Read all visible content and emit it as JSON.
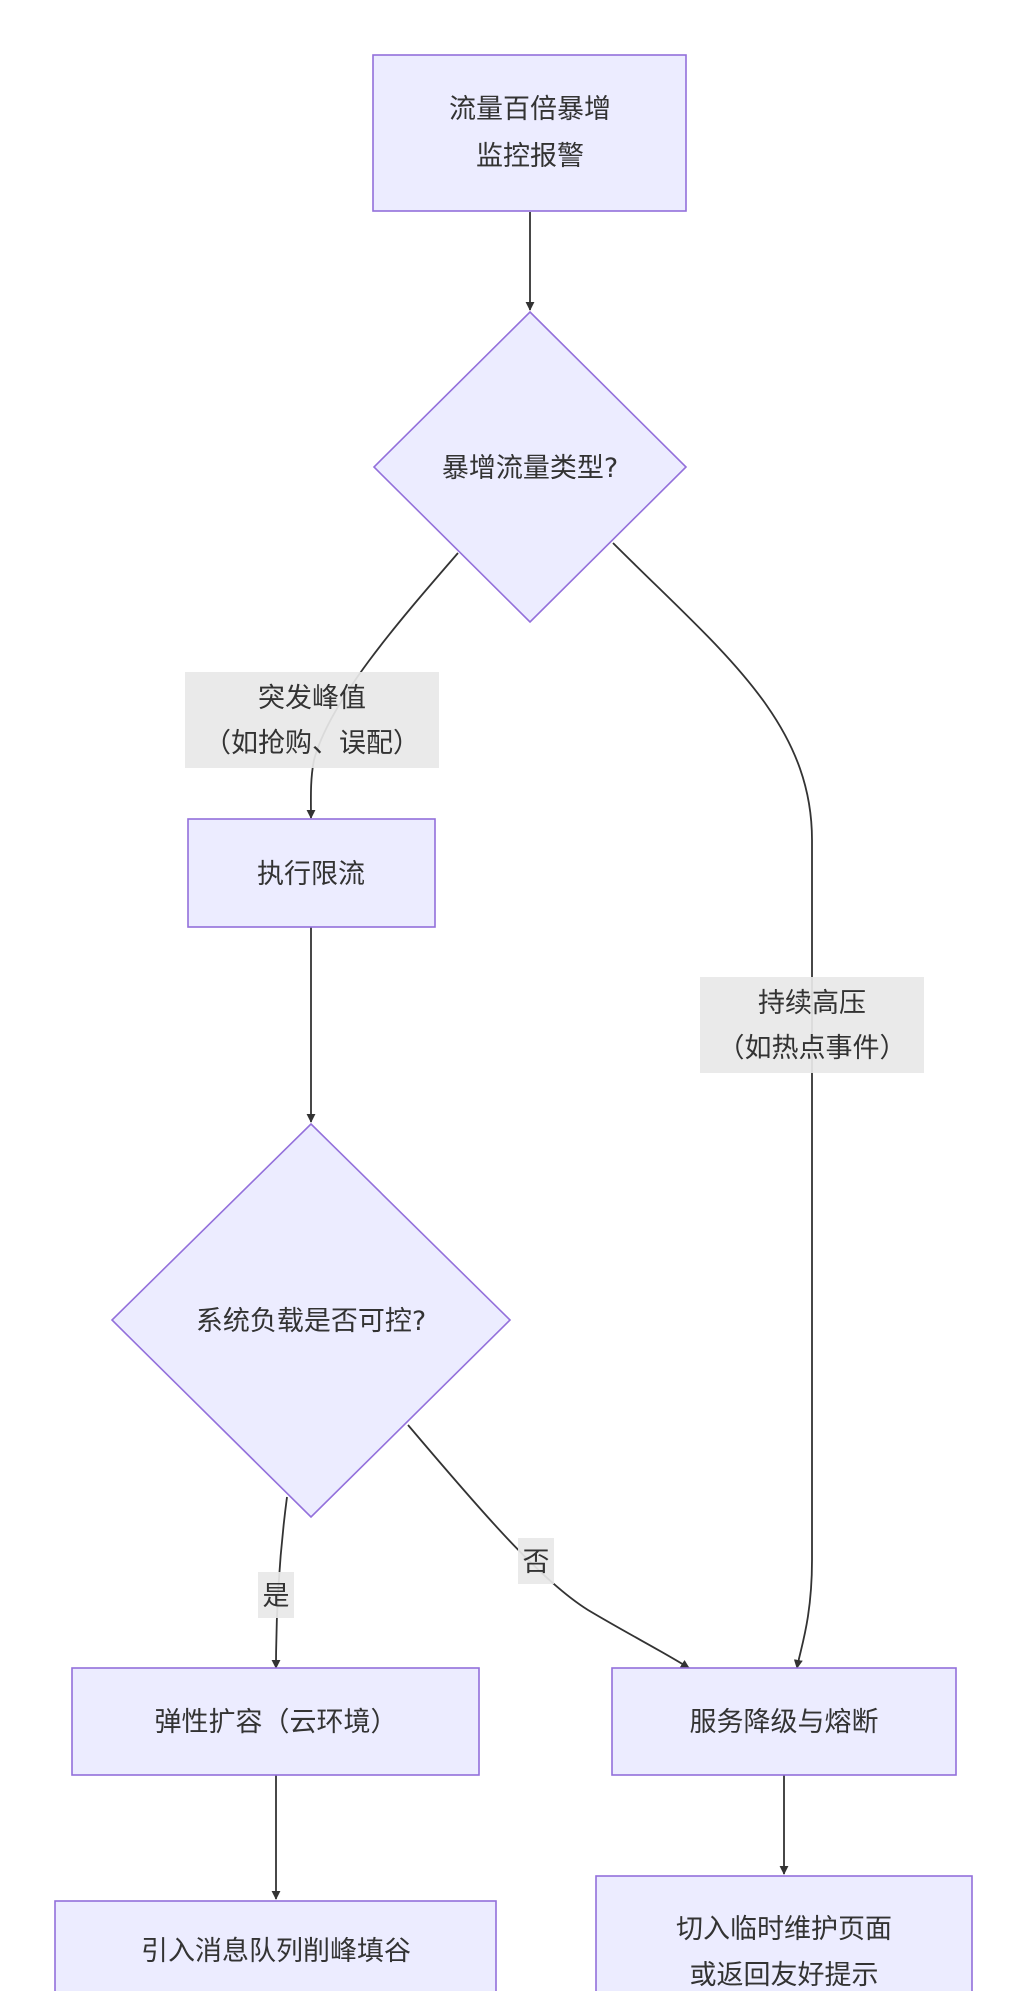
{
  "nodes": {
    "monitor_alert": {
      "lines": [
        "流量百倍暴增",
        "监控报警"
      ]
    },
    "traffic_type": {
      "lines": [
        "暴增流量类型?"
      ]
    },
    "rate_limit": {
      "lines": [
        "执行限流"
      ]
    },
    "load_check": {
      "lines": [
        "系统负载是否可控?"
      ]
    },
    "elastic_scale": {
      "lines": [
        "弹性扩容（云环境）"
      ]
    },
    "degrade_fuse": {
      "lines": [
        "服务降级与熔断"
      ]
    },
    "message_queue": {
      "lines": [
        "引入消息队列削峰填谷"
      ]
    },
    "maintenance_page": {
      "lines": [
        "切入临时维护页面",
        "或返回友好提示"
      ]
    }
  },
  "edges": {
    "burst_peak": {
      "lines": [
        "突发峰值",
        "（如抢购、误配）"
      ]
    },
    "sustained_pressure": {
      "lines": [
        "持续高压",
        "（如热点事件）"
      ]
    },
    "yes": {
      "lines": [
        "是"
      ]
    },
    "no": {
      "lines": [
        "否"
      ]
    }
  },
  "colors": {
    "node_fill": "#ECECFF",
    "node_stroke": "#9370DB",
    "edge": "#333333",
    "label_bg": "#E8E8E8",
    "text": "#333333"
  }
}
